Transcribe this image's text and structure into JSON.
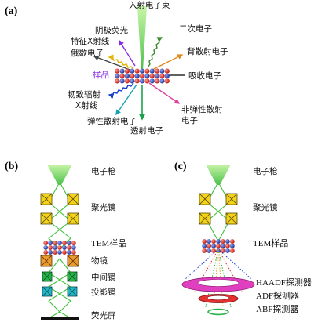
{
  "colors": {
    "beam": "#1aa34a",
    "beam_light": "#9be07a",
    "sample_red": "#e2231a",
    "sample_blue": "#2f4fb5",
    "lens_yellow": "#f3d21a",
    "lens_orange": "#e99a2c",
    "lens_green": "#25b24a",
    "lens_cyan": "#21b7c7",
    "haadf": "#e040c0",
    "adf": "#e53030",
    "abf": "#25b24a",
    "sample_label": "#8a2be2"
  },
  "panel_a": {
    "label": "(a)",
    "labels": {
      "incident_beam": "入射电子束",
      "cathodoluminescence": "阴极荧光",
      "secondary_electrons": "二次电子",
      "characteristic_xray_1": "特征X射线",
      "auger_electrons": "俄歇电子",
      "backscattered_electrons": "背散射电子",
      "sample": "样品",
      "absorbed_electrons": "吸收电子",
      "bremsstrahlung_1": "韧致辐射",
      "bremsstrahlung_2": "X射线",
      "elastic_scattered": "弹性散射电子",
      "transmitted": "透射电子",
      "inelastic_1": "非弹性散射",
      "inelastic_2": "电子"
    }
  },
  "panel_b": {
    "label": "(b)",
    "labels": {
      "electron_gun": "电子枪",
      "condenser": "聚光镜",
      "tem_sample": "TEM样品",
      "objective": "物镜",
      "intermediate": "中间镜",
      "projector": "投影镜",
      "screen": "荧光屏"
    }
  },
  "panel_c": {
    "label": "(c)",
    "labels": {
      "electron_gun": "电子枪",
      "condenser": "聚光镜",
      "tem_sample": "TEM样品",
      "haadf": "HAADF探测器",
      "adf": "ADF探测器",
      "abf": "ABF探测器"
    }
  }
}
